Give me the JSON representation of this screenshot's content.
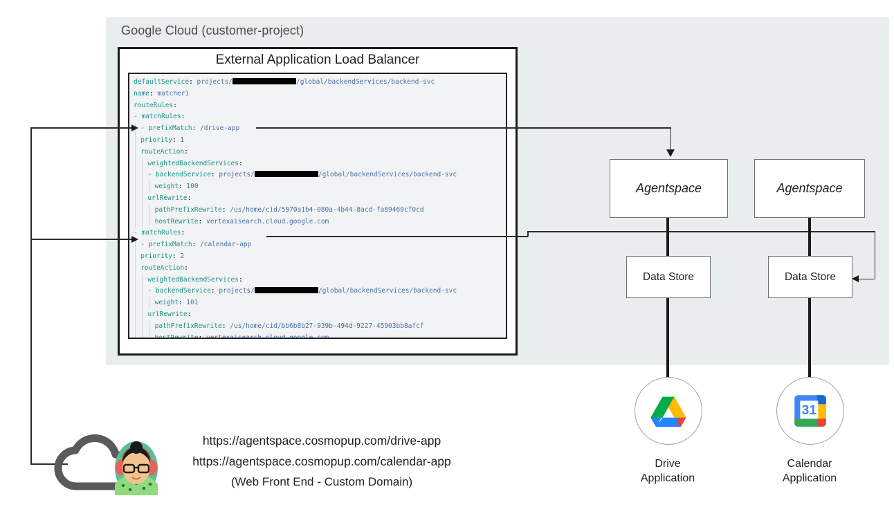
{
  "panel": {
    "title": "Google Cloud (customer-project)",
    "bg_color": "#eaeded"
  },
  "load_balancer": {
    "title": "External Application Load Balancer",
    "yaml_lines": [
      {
        "indent": 0,
        "parts": [
          {
            "t": "key",
            "s": "defaultService"
          },
          {
            "t": "plain",
            "s": ": "
          },
          {
            "t": "val",
            "s": "projects/"
          },
          {
            "t": "redact",
            "w": 92
          },
          {
            "t": "val",
            "s": "/global/backendServices/backend-svc"
          }
        ]
      },
      {
        "indent": 0,
        "parts": [
          {
            "t": "key",
            "s": "name"
          },
          {
            "t": "plain",
            "s": ": "
          },
          {
            "t": "val",
            "s": "matcher1"
          }
        ]
      },
      {
        "indent": 0,
        "parts": [
          {
            "t": "key",
            "s": "routeRules"
          },
          {
            "t": "plain",
            "s": ":"
          }
        ]
      },
      {
        "indent": 0,
        "parts": [
          {
            "t": "dash",
            "s": "- "
          },
          {
            "t": "key",
            "s": "matchRules"
          },
          {
            "t": "plain",
            "s": ":"
          }
        ]
      },
      {
        "indent": 1,
        "parts": [
          {
            "t": "dash",
            "s": "- "
          },
          {
            "t": "key",
            "s": "prefixMatch"
          },
          {
            "t": "plain",
            "s": ": "
          },
          {
            "t": "val",
            "s": "/drive-app"
          }
        ]
      },
      {
        "indent": 1,
        "parts": [
          {
            "t": "key",
            "s": "priority"
          },
          {
            "t": "plain",
            "s": ": "
          },
          {
            "t": "val",
            "s": "1"
          }
        ]
      },
      {
        "indent": 1,
        "parts": [
          {
            "t": "key",
            "s": "routeAction"
          },
          {
            "t": "plain",
            "s": ":"
          }
        ]
      },
      {
        "indent": 2,
        "parts": [
          {
            "t": "key",
            "s": "weightedBackendServices"
          },
          {
            "t": "plain",
            "s": ":"
          }
        ]
      },
      {
        "indent": 2,
        "parts": [
          {
            "t": "dash",
            "s": "- "
          },
          {
            "t": "key",
            "s": "backendService"
          },
          {
            "t": "plain",
            "s": ": "
          },
          {
            "t": "val",
            "s": "projects/"
          },
          {
            "t": "redact",
            "w": 92
          },
          {
            "t": "val",
            "s": "/global/backendServices/backend-svc"
          }
        ]
      },
      {
        "indent": 3,
        "parts": [
          {
            "t": "key",
            "s": "weight"
          },
          {
            "t": "plain",
            "s": ": "
          },
          {
            "t": "val",
            "s": "100"
          }
        ]
      },
      {
        "indent": 2,
        "parts": [
          {
            "t": "key",
            "s": "urlRewrite"
          },
          {
            "t": "plain",
            "s": ":"
          }
        ]
      },
      {
        "indent": 3,
        "parts": [
          {
            "t": "key",
            "s": "pathPrefixRewrite"
          },
          {
            "t": "plain",
            "s": ": "
          },
          {
            "t": "val",
            "s": "/us/home/cid/5970a1b4-080a-4b44-8acd-fa89460cf0cd"
          }
        ]
      },
      {
        "indent": 3,
        "parts": [
          {
            "t": "key",
            "s": "hostRewrite"
          },
          {
            "t": "plain",
            "s": ": "
          },
          {
            "t": "val",
            "s": "vertexaisearch.cloud.google.com"
          }
        ]
      },
      {
        "indent": 0,
        "parts": [
          {
            "t": "dash",
            "s": "- "
          },
          {
            "t": "key",
            "s": "matchRules"
          },
          {
            "t": "plain",
            "s": ":"
          }
        ]
      },
      {
        "indent": 1,
        "parts": [
          {
            "t": "dash",
            "s": "- "
          },
          {
            "t": "key",
            "s": "prefixMatch"
          },
          {
            "t": "plain",
            "s": ": "
          },
          {
            "t": "val",
            "s": "/calendar-app"
          }
        ]
      },
      {
        "indent": 1,
        "parts": [
          {
            "t": "key",
            "s": "priority"
          },
          {
            "t": "plain",
            "s": ": "
          },
          {
            "t": "val",
            "s": "2"
          }
        ]
      },
      {
        "indent": 1,
        "parts": [
          {
            "t": "key",
            "s": "routeAction"
          },
          {
            "t": "plain",
            "s": ":"
          }
        ]
      },
      {
        "indent": 2,
        "parts": [
          {
            "t": "key",
            "s": "weightedBackendServices"
          },
          {
            "t": "plain",
            "s": ":"
          }
        ]
      },
      {
        "indent": 2,
        "parts": [
          {
            "t": "dash",
            "s": "- "
          },
          {
            "t": "key",
            "s": "backendService"
          },
          {
            "t": "plain",
            "s": ": "
          },
          {
            "t": "val",
            "s": "projects/"
          },
          {
            "t": "redact",
            "w": 92
          },
          {
            "t": "val",
            "s": "/global/backendServices/backend-svc"
          }
        ]
      },
      {
        "indent": 3,
        "parts": [
          {
            "t": "key",
            "s": "weight"
          },
          {
            "t": "plain",
            "s": ": "
          },
          {
            "t": "val",
            "s": "101"
          }
        ]
      },
      {
        "indent": 2,
        "parts": [
          {
            "t": "key",
            "s": "urlRewrite"
          },
          {
            "t": "plain",
            "s": ":"
          }
        ]
      },
      {
        "indent": 3,
        "parts": [
          {
            "t": "key",
            "s": "pathPrefixRewrite"
          },
          {
            "t": "plain",
            "s": ": "
          },
          {
            "t": "val",
            "s": "/us/home/cid/bb6b8b27-939b-494d-9227-45903bb8afcf"
          }
        ]
      },
      {
        "indent": 3,
        "parts": [
          {
            "t": "key",
            "s": "hostRewrite"
          },
          {
            "t": "plain",
            "s": ": "
          },
          {
            "t": "val",
            "s": "vertexaisearch.cloud.google.com"
          }
        ]
      }
    ],
    "colors": {
      "key": "#1a9188",
      "value": "#4c6fa8",
      "code_bg": "#f1f3f4"
    }
  },
  "nodes": {
    "agentspace_drive": "Agentspace",
    "agentspace_calendar": "Agentspace",
    "datastore_drive": "Data Store",
    "datastore_calendar": "Data Store"
  },
  "applications": [
    {
      "icon": "google-drive-icon",
      "line1": "Drive",
      "line2": "Application"
    },
    {
      "icon": "google-calendar-icon",
      "line1": "Calendar",
      "line2": "Application"
    }
  ],
  "calendar_icon": {
    "day_number": "31"
  },
  "frontend": {
    "icon_cloud": "cloud-icon",
    "icon_user": "user-avatar-icon",
    "url_drive": "https://agentspace.cosmopup.com/drive-app",
    "url_calendar": "https://agentspace.cosmopup.com/calendar-app",
    "caption": "(Web Front End - Custom Domain)"
  }
}
